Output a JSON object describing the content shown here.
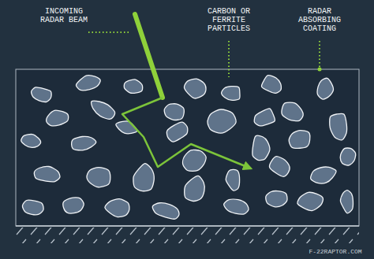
{
  "diagram": {
    "labels": [
      "INCOMING RADAR BEAM",
      "CARBON OR FERRITE PARTICLES",
      "RADAR ABSORBING COATING",
      "F-22RAPTOR.COM"
    ]
  }
}
